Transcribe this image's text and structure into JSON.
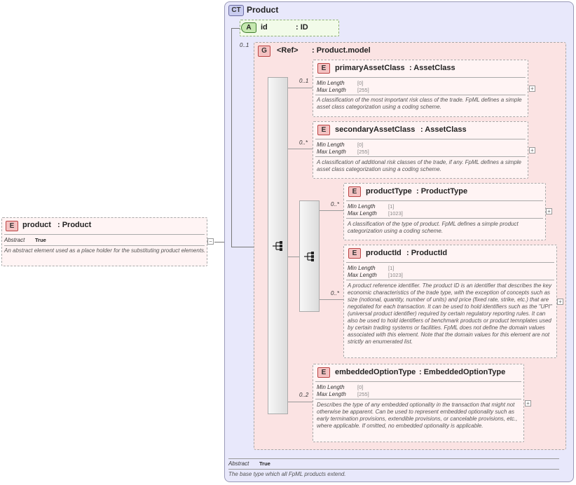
{
  "complex_type": {
    "badge": "CT",
    "name": "Product",
    "abstract_label": "Abstract",
    "abstract_value": "True",
    "description": "The base type which all FpML products extend."
  },
  "attribute": {
    "badge": "A",
    "name": "id",
    "type": ": ID"
  },
  "group": {
    "occurrence": "0..1",
    "badge": "G",
    "ref": "<Ref>",
    "type": ": Product.model"
  },
  "product_element": {
    "badge": "E",
    "name": "product",
    "type": ": Product",
    "abstract_label": "Abstract",
    "abstract_value": "True",
    "description": "An abstract element used as a place holder for the substituting product elements.",
    "expand": "−"
  },
  "elements": [
    {
      "badge": "E",
      "name": "primaryAssetClass",
      "type": ": AssetClass",
      "occurrence": "0..1",
      "min_label": "Min Length",
      "min_value": "[0]",
      "max_label": "Max Length",
      "max_value": "[255]",
      "description": "A classification of the most important risk class of the trade. FpML defines a simple asset class categorization using a coding scheme.",
      "expand": "+"
    },
    {
      "badge": "E",
      "name": "secondaryAssetClass",
      "type": ": AssetClass",
      "occurrence": "0..*",
      "min_label": "Min Length",
      "min_value": "[0]",
      "max_label": "Max Length",
      "max_value": "[255]",
      "description": "A classification of additional risk classes of the trade, if any. FpML defines a simple asset class categorization using a coding scheme.",
      "expand": "+"
    },
    {
      "badge": "E",
      "name": "productType",
      "type": ": ProductType",
      "occurrence": "0..*",
      "min_label": "Min Length",
      "min_value": "[1]",
      "max_label": "Max Length",
      "max_value": "[1023]",
      "description": "A classification of the type of product. FpML defines a simple product categorization using a coding scheme.",
      "expand": "+"
    },
    {
      "badge": "E",
      "name": "productId",
      "type": ": ProductId",
      "occurrence": "0..*",
      "min_label": "Min Length",
      "min_value": "[1]",
      "max_label": "Max Length",
      "max_value": "[1023]",
      "description": "A product reference identifier. The product ID is an identifier that describes the key economic characteristics of the trade type, with the exception of concepts such as size (notional, quantity, number of units) and price (fixed rate, strike, etc.) that are negotiated for each transaction. It can be used to hold identifiers such as the \"UPI\" (universal product identifier) required by certain regulatory reporting rules. It can also be used to hold identifiers of benchmark products or product temnplates used by certain trading systems or facilities. FpML does not define the domain values associated with this element. Note that the domain values for this element are not strictly an enumerated list.",
      "expand": "+"
    },
    {
      "badge": "E",
      "name": "embeddedOptionType",
      "type": ": EmbeddedOptionType",
      "occurrence": "0..2",
      "min_label": "Min Length",
      "min_value": "[0]",
      "max_label": "Max Length",
      "max_value": "[255]",
      "description": "Describes the type of any embedded optionality in the transaction that might not otherwise be apparent. Can be used to represent embedded optionality such as early termination provisions, extendible provisions, or cancelable provisions, etc., where applicable. If omitted, no embedded optionality is applicable.",
      "expand": "+"
    }
  ]
}
